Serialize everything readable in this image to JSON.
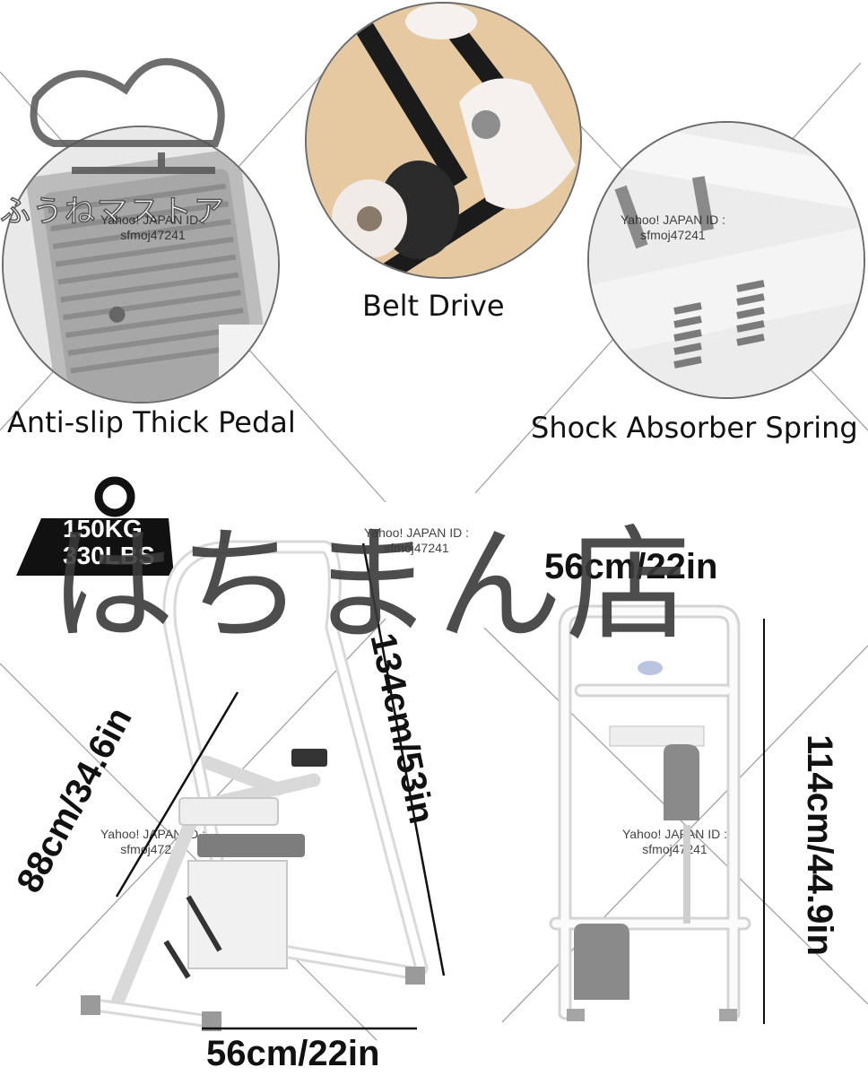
{
  "features": [
    {
      "caption": "Anti-slip Thick Pedal"
    },
    {
      "caption": "Belt Drive"
    },
    {
      "caption": "Shock Absorber Spring"
    }
  ],
  "weight_badge": {
    "line1": "150KG",
    "line2": "330LBS"
  },
  "dimensions": {
    "side_depth": "88cm/34.6in",
    "side_height": "134cm/53in",
    "side_width": "56cm/22in",
    "front_width": "56cm/22in",
    "front_height": "114cm/44.9in"
  },
  "watermarks": {
    "store_name": "はちまん店",
    "logo_text": "ふうねマストア",
    "id_line1": "Yahoo! JAPAN ID :",
    "id_line2": "sfmoj47241"
  },
  "colors": {
    "frame": "#f4f4f4",
    "pedal": "#8c8c8c",
    "watermark": "#3a3a3a"
  }
}
